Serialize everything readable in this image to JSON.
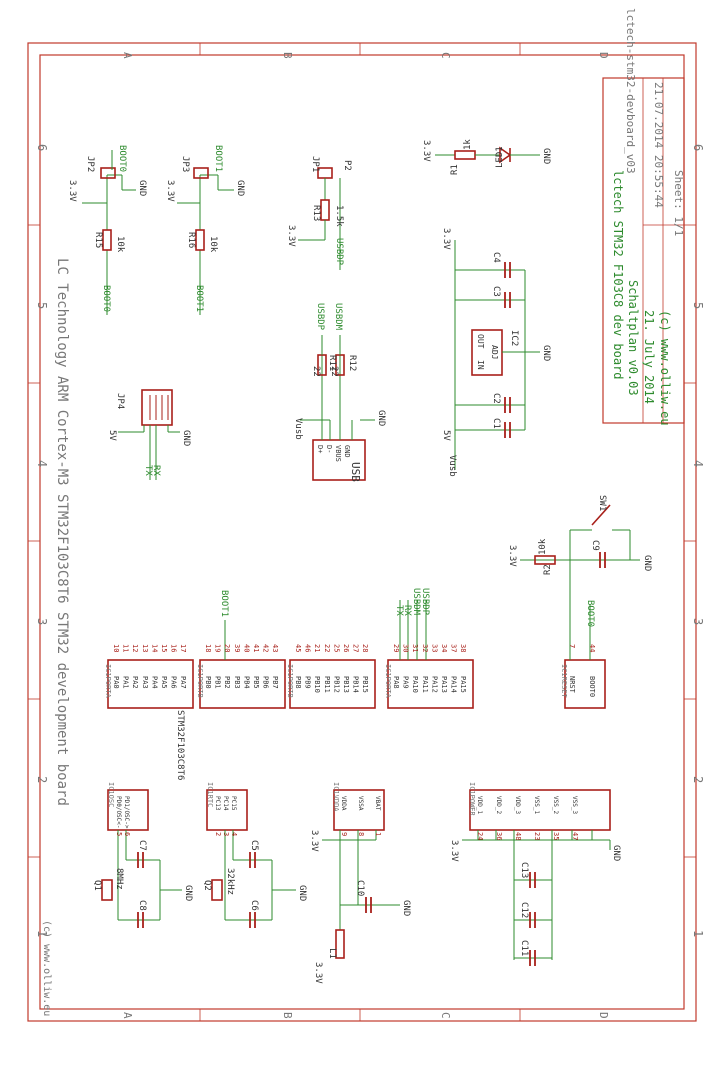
{
  "title_block": {
    "board": "lctech STM32 F103C8 dev board",
    "plan": "Schaltplan v0.03",
    "date": "21. July 2014",
    "copyright": "(c) www.olliw.eu",
    "filename": "lctech-stm32-devboard_v03",
    "timestamp": "21.07.2014 20:55:44",
    "sheet": "Sheet: 1/1"
  },
  "sheet_title": "LC Technology ARM Cortex-M3 STM32F103C8T6 STM32 development board",
  "copyright_corner": "(c) www.olliw.eu",
  "frame": {
    "row_letters": [
      "A",
      "B",
      "C",
      "D"
    ],
    "col_numbers": [
      "6",
      "5",
      "4",
      "3",
      "2",
      "1"
    ]
  },
  "labels": {
    "v33": "3.3V",
    "v5": "5V",
    "gnd": "GND",
    "vusb": "Vusb",
    "boot0": "BOOT0",
    "boot1": "BOOT1",
    "usbdp": "USBDP",
    "usbdm": "USBDM",
    "tx": "TX",
    "rx": "RX",
    "mcu": "STM32F103C8T6"
  },
  "parts": {
    "jp2": "JP2",
    "jp3": "JP3",
    "jp1": "JP1",
    "jp4": "JP4",
    "p2": "P2",
    "r15": "R15",
    "r16": "R16",
    "r13": "R13",
    "r11": "R11",
    "r12": "R12",
    "r1": "R1",
    "r2": "R2",
    "r10k": "10k",
    "r1k5": "1.5k",
    "r22": "22",
    "r1k": "1k",
    "led1": "LED1",
    "ic2": "IC2",
    "ic2_in": "IN",
    "ic2_out": "OUT",
    "ic2_adj": "ADJ",
    "c1": "C1",
    "c2": "C2",
    "c3": "C3",
    "c4": "C4",
    "c5": "C5",
    "c6": "C6",
    "c7": "C7",
    "c8": "C8",
    "c9": "C9",
    "c10": "C10",
    "c11": "C11",
    "c12": "C12",
    "c13": "C13",
    "q1": "Q1",
    "q1val": "8MHz",
    "q2": "Q2",
    "q2val": "32kHz",
    "l1": "L1",
    "sw1": "SW1",
    "usb": "USB"
  },
  "usb_pins": [
    "D+",
    "D-",
    "VBUS",
    "GND"
  ],
  "ic_blocks": {
    "osc": {
      "name": "IC1OSC",
      "pins": [
        "PD0/OSC<-",
        "PD1/OSC->"
      ],
      "nums": [
        "5",
        "6"
      ]
    },
    "rtc": {
      "name": "IC1RTC",
      "pins": [
        "PC13",
        "PC14",
        "PC15"
      ],
      "nums": [
        "2",
        "3",
        "4"
      ]
    },
    "pwr": {
      "name": "IC1VDDA",
      "pins": [
        "VDDA",
        "VSSA",
        "VBAT"
      ],
      "nums": [
        "9",
        "8",
        "1"
      ]
    },
    "gnd": {
      "name": "IC1POWER",
      "pins": [
        "VDD_1",
        "VDD_2",
        "VDD_3",
        "VSS_1",
        "VSS_2",
        "VSS_3"
      ],
      "nums": [
        "24",
        "36",
        "48",
        "23",
        "35",
        "47"
      ]
    },
    "porta": {
      "name": "IC1PORTA",
      "pins": [
        "PA0",
        "PA1",
        "PA2",
        "PA3",
        "PA4",
        "PA5",
        "PA6",
        "PA7"
      ],
      "nums": [
        "10",
        "11",
        "12",
        "13",
        "14",
        "15",
        "16",
        "17"
      ]
    },
    "portb": {
      "name": "IC1PORTB",
      "pins": [
        "PB0",
        "PB1",
        "PB2",
        "PB3",
        "PB4",
        "PB5",
        "PB6",
        "PB7"
      ],
      "nums": [
        "18",
        "19",
        "20",
        "39",
        "40",
        "41",
        "42",
        "43"
      ]
    },
    "portb2": {
      "name": "IC1PORTB",
      "pins": [
        "PB8",
        "PB9",
        "PB10",
        "PB11",
        "PB12",
        "PB13",
        "PB14",
        "PB15"
      ],
      "nums": [
        "45",
        "46",
        "21",
        "22",
        "25",
        "26",
        "27",
        "28"
      ]
    },
    "porta2": {
      "name": "IC1PORTA",
      "pins": [
        "PA8",
        "PA9",
        "PA10",
        "PA11",
        "PA12",
        "PA13",
        "PA14",
        "PA15"
      ],
      "nums": [
        "29",
        "30",
        "31",
        "32",
        "33",
        "34",
        "37",
        "38"
      ]
    },
    "rst": {
      "name": "IC1RESET",
      "pins": [
        "NRST",
        "BOOT0"
      ],
      "nums": [
        "7",
        "44"
      ]
    }
  }
}
